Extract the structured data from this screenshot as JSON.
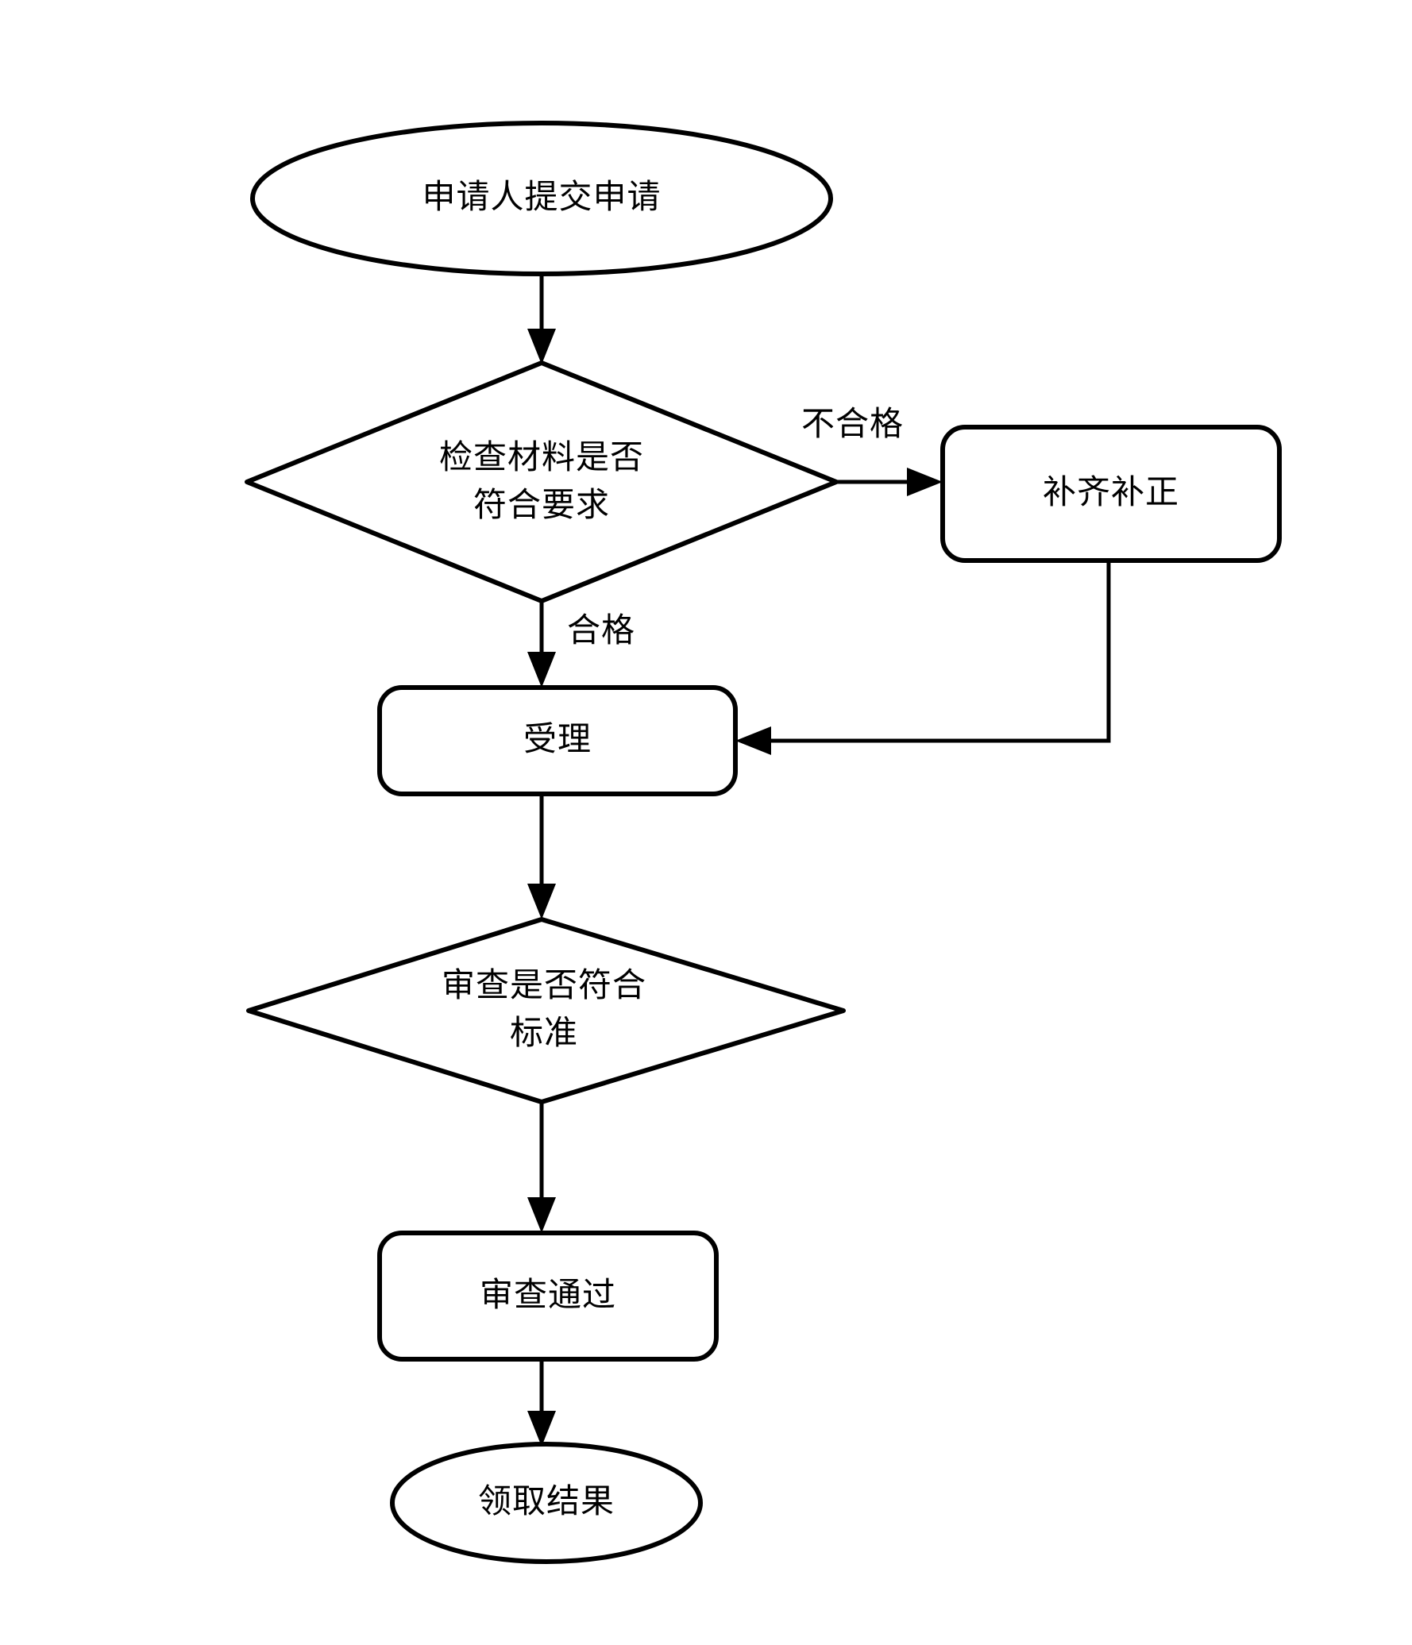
{
  "diagram": {
    "type": "flowchart",
    "orientation": "top-to-bottom",
    "background_color": "#ffffff",
    "line_color": "#000000",
    "text_color": "#000000",
    "nodes": [
      {
        "id": "start",
        "shape": "ellipse",
        "label": "申请人提交申请"
      },
      {
        "id": "check-materials",
        "shape": "diamond",
        "label": "检查材料是否\n符合要求"
      },
      {
        "id": "supplement",
        "shape": "rounded-rectangle",
        "label": "补齐补正"
      },
      {
        "id": "accept",
        "shape": "rounded-rectangle",
        "label": "受理"
      },
      {
        "id": "review-standard",
        "shape": "diamond",
        "label": "审查是否符合\n标准"
      },
      {
        "id": "review-passed",
        "shape": "rounded-rectangle",
        "label": "审查通过"
      },
      {
        "id": "collect-result",
        "shape": "ellipse",
        "label": "领取结果"
      }
    ],
    "edges": [
      {
        "from": "start",
        "to": "check-materials",
        "label": ""
      },
      {
        "from": "check-materials",
        "to": "supplement",
        "label": "不合格"
      },
      {
        "from": "check-materials",
        "to": "accept",
        "label": "合格"
      },
      {
        "from": "supplement",
        "to": "accept",
        "label": ""
      },
      {
        "from": "accept",
        "to": "review-standard",
        "label": ""
      },
      {
        "from": "review-standard",
        "to": "review-passed",
        "label": ""
      },
      {
        "from": "review-passed",
        "to": "collect-result",
        "label": ""
      }
    ]
  }
}
